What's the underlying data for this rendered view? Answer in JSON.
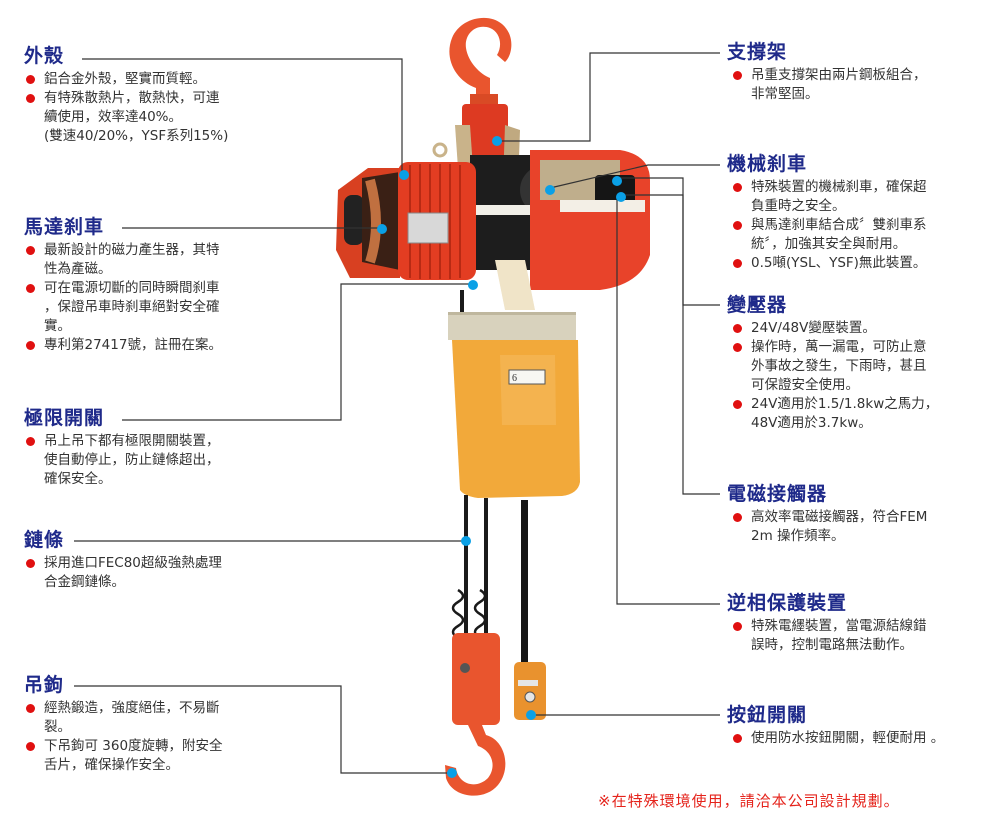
{
  "diagram": {
    "subject": "electric chain hoist",
    "colors": {
      "heading": "#1f2a8a",
      "bullet": "#e01010",
      "marker": "#0aa0e6",
      "leader_line": "#333333",
      "note": "#e5241c",
      "body_red": "#e0442a",
      "bag_yellow": "#f2a93a"
    },
    "sections": {
      "housing": {
        "title": "外殼",
        "bullets": [
          "鋁合金外殼，堅實而質輕。",
          "有特殊散熱片，散熱快，可連\n續使用，效率達40%。\n(雙速40/20%，YSF系列15%)"
        ]
      },
      "motor_brake": {
        "title": "馬達刹車",
        "bullets": [
          "最新設計的磁力產生器，其特\n性為產磁。",
          "可在電源切斷的同時瞬間刹車\n，保證吊車時刹車絕對安全確\n實。",
          "專利第27417號，註冊在案。"
        ]
      },
      "limit_switch": {
        "title": "極限開關",
        "bullets": [
          "吊上吊下都有極限開關裝置，\n使自動停止，防止鏈條超出，\n確保安全。"
        ]
      },
      "chain": {
        "title": "鏈條",
        "bullets": [
          "採用進口FEC80超級強熱處理\n合金鋼鏈條。"
        ]
      },
      "hook": {
        "title": "吊鉤",
        "bullets": [
          "經熱鍛造，強度絕佳，不易斷\n裂。",
          "下吊鉤可 360度旋轉，附安全\n舌片，確保操作安全。"
        ]
      },
      "support_frame": {
        "title": "支撐架",
        "bullets": [
          "吊重支撐架由兩片鋼板組合，\n非常堅固。"
        ]
      },
      "mechanical_brake": {
        "title": "機械刹車",
        "bullets": [
          "特殊裝置的機械刹車，確保超\n負重時之安全。",
          "與馬達刹車結合成〞雙刹車系\n統〞，加強其安全與耐用。",
          "0.5噸(YSL、YSF)無此裝置。"
        ]
      },
      "transformer": {
        "title": "變壓器",
        "bullets": [
          "24V/48V變壓裝置。",
          "操作時，萬一漏電，可防止意\n外事故之發生，下雨時，甚且\n可保證安全使用。",
          "24V適用於1.5/1.8kw之馬力，\n48V適用於3.7kw。"
        ]
      },
      "contactor": {
        "title": "電磁接觸器",
        "bullets": [
          "高效率電磁接觸器，符合FEM\n2m 操作頻率。"
        ]
      },
      "phase_protection": {
        "title": "逆相保護裝置",
        "bullets": [
          "特殊電纆裝置，當電源結線錯\n誤時，控制電路無法動作。"
        ]
      },
      "push_button": {
        "title": "按鈕開關",
        "bullets": [
          "使用防水按鈕開關，輕便耐用 。"
        ]
      }
    },
    "bag_label": "6",
    "footnote": "※在特殊環境使用，請洽本公司設計規劃。"
  }
}
